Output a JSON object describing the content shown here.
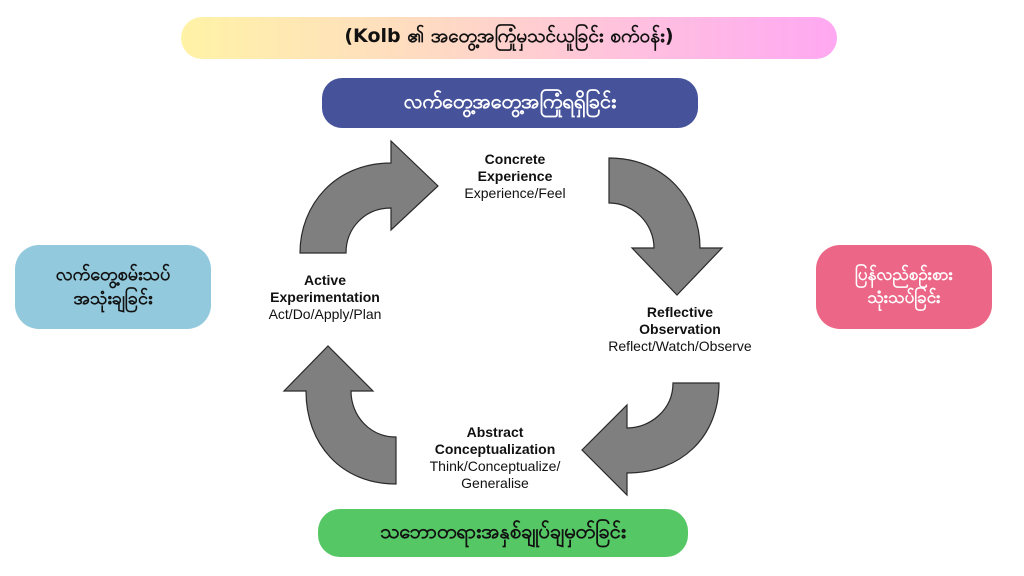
{
  "title": "(Kolb ၏ အတွေ့အကြုံမှသင်ယူခြင်း စက်ဝန်း)",
  "stages": {
    "top": "လက်တွေ့အတွေ့အကြုံရရှိခြင်း",
    "right": [
      "ပြန်လည်စဉ်းစား",
      "သုံးသပ်ခြင်း"
    ],
    "bottom": "သဘောတရားအနှစ်ချုပ်ချမှတ်ခြင်း",
    "left": [
      "လက်တွေ့စမ်းသပ်",
      "အသုံးချခြင်း"
    ]
  },
  "colors": {
    "top": "#46539b",
    "right": "#ec6787",
    "bottom": "#55c865",
    "left": "#93c9dc",
    "arrow": "#7f7f7f"
  },
  "cycle": {
    "concrete_experience": {
      "title": [
        "Concrete",
        "Experience"
      ],
      "subtitle": [
        "Experience/Feel"
      ]
    },
    "reflective_observation": {
      "title": [
        "Reflective",
        "Observation"
      ],
      "subtitle": [
        "Reflect/Watch/Observe"
      ]
    },
    "abstract_conceptualization": {
      "title": [
        "Abstract",
        "Conceptualization"
      ],
      "subtitle": [
        "Think/Conceptualize/",
        "Generalise"
      ]
    },
    "active_experimentation": {
      "title": [
        "Active",
        "Experimentation"
      ],
      "subtitle": [
        "Act/Do/Apply/Plan"
      ]
    }
  },
  "arrows": [
    {
      "from": "active_experimentation",
      "to": "concrete_experience"
    },
    {
      "from": "concrete_experience",
      "to": "reflective_observation"
    },
    {
      "from": "reflective_observation",
      "to": "abstract_conceptualization"
    },
    {
      "from": "abstract_conceptualization",
      "to": "active_experimentation"
    }
  ]
}
